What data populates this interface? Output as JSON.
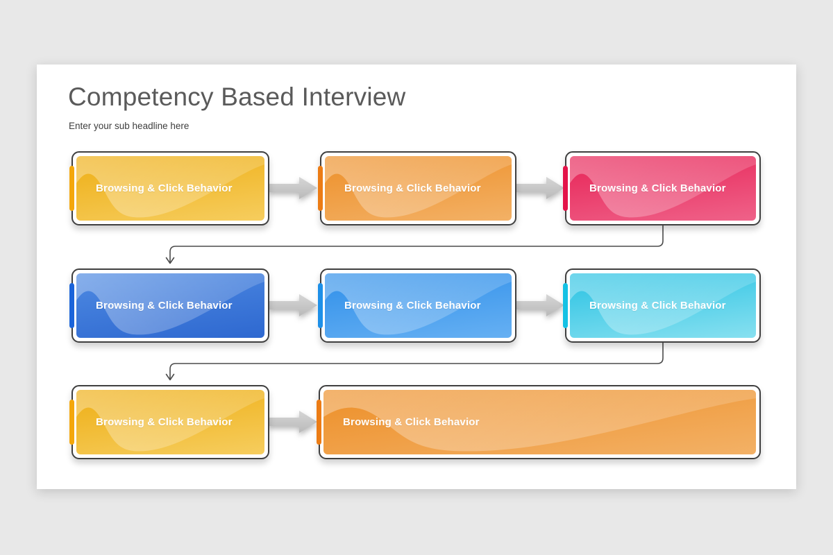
{
  "page": {
    "background": "#e8e8e8"
  },
  "slide": {
    "title": "Competency Based Interview",
    "subtitle": "Enter your sub headline here",
    "title_color": "#5a5a5a"
  },
  "diagram": {
    "type": "flow-process",
    "rows": 3,
    "flow_order": "row1 left-to-right, elbow down to row2, left-to-right, elbow down to row3",
    "connector_color": "#4a4a4a",
    "arrow_color_top": "#d6d6d6",
    "arrow_color_bottom": "#b9b9b9"
  },
  "boxes": [
    {
      "label": "Browsing & Click Behavior",
      "accent": "#f4a70b",
      "grad_top": "#eeae14",
      "grad_bottom": "#f6cd5e"
    },
    {
      "label": "Browsing & Click Behavior",
      "accent": "#ec7c15",
      "grad_top": "#ed8f28",
      "grad_bottom": "#f3b166"
    },
    {
      "label": "Browsing & Click Behavior",
      "accent": "#e31349",
      "grad_top": "#e72356",
      "grad_bottom": "#ef6289"
    },
    {
      "label": "Browsing & Click Behavior",
      "accent": "#1b64da",
      "grad_top": "#4e8ae2",
      "grad_bottom": "#2e68d0"
    },
    {
      "label": "Browsing & Click Behavior",
      "accent": "#1e90e8",
      "grad_top": "#2f8fe9",
      "grad_bottom": "#66b0f3"
    },
    {
      "label": "Browsing & Click Behavior",
      "accent": "#15c1e4",
      "grad_top": "#29c2e3",
      "grad_bottom": "#87e0f0"
    },
    {
      "label": "Browsing & Click Behavior",
      "accent": "#f4a70b",
      "grad_top": "#eeae14",
      "grad_bottom": "#f6cd5e"
    },
    {
      "label": "Browsing & Click Behavior",
      "accent": "#ec7c15",
      "grad_top": "#ed8f28",
      "grad_bottom": "#f3b166"
    }
  ]
}
